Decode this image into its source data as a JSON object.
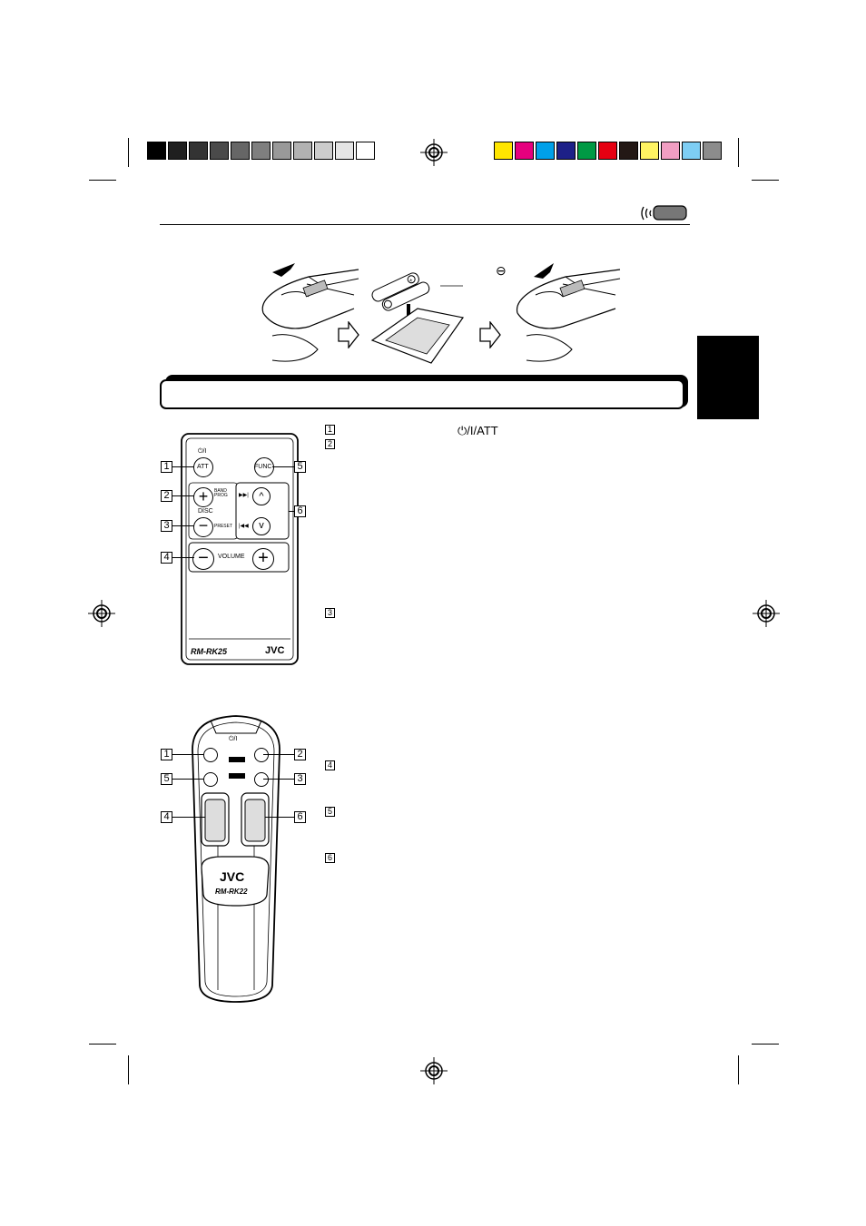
{
  "color_bar": {
    "grays": [
      "#000000",
      "#1f1f1f",
      "#333333",
      "#4a4a4a",
      "#666666",
      "#7f7f7f",
      "#999999",
      "#b2b2b2",
      "#cccccc",
      "#e5e5e5",
      "#ffffff"
    ],
    "colors": [
      "#ffe600",
      "#e6007e",
      "#00a0e9",
      "#1d2088",
      "#009944",
      "#e60012",
      "#231815",
      "#fff462",
      "#f19ec2",
      "#7ecef4",
      "#8c8c8c"
    ]
  },
  "header_icon": "remote-signal-icon",
  "step_arrows": [
    "right-arrow-icon",
    "right-arrow-icon"
  ],
  "minus_symbol": "⊖",
  "numbered_items": [
    {
      "n": "1",
      "text": "⏻/I/ATT"
    },
    {
      "n": "2",
      "text": ""
    },
    {
      "n": "3",
      "text": ""
    },
    {
      "n": "4",
      "text": ""
    },
    {
      "n": "5",
      "text": ""
    },
    {
      "n": "6",
      "text": ""
    }
  ],
  "remote_rk25": {
    "power_label": "⏻/I",
    "att": "ATT",
    "func": "FUNC",
    "band_prog": "BAND\nPROG",
    "disc": "DISC",
    "preset": "PRESET",
    "volume": "VOLUME",
    "next_icon": "▶▶|",
    "prev_icon": "|◀◀",
    "model": "RM-RK25",
    "brand": "JVC",
    "callouts_left": [
      "1",
      "2",
      "3",
      "4"
    ],
    "callouts_right": [
      "5",
      "6"
    ]
  },
  "remote_rk22": {
    "power_label": "⏻/I",
    "brand": "JVC",
    "model": "RM-RK22",
    "callouts_left": [
      "1",
      "5",
      "4"
    ],
    "callouts_right": [
      "2",
      "3",
      "6"
    ]
  }
}
